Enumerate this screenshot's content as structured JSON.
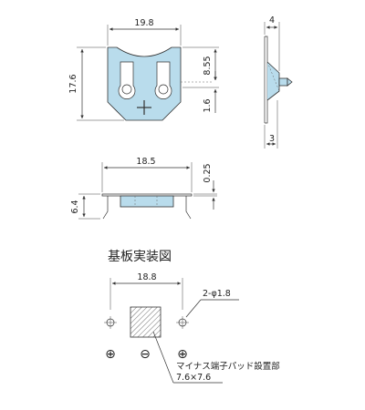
{
  "top_view": {
    "width_dim": "19.8",
    "height_dim": "17.6",
    "center_dim": "8.55",
    "tab_dim": "1.6"
  },
  "side_view": {
    "top_dim": "4",
    "bottom_dim": "3"
  },
  "front_view": {
    "width_dim": "18.5",
    "thickness_dim": "0.25",
    "height_dim": "6.4"
  },
  "pcb_layout": {
    "title": "基板実装図",
    "width_dim": "18.8",
    "hole_note": "2-φ1.8",
    "pad_note": "マイナス端子パッド設置部",
    "pad_size": "7.6×7.6",
    "plus_symbol": "⊕",
    "minus_symbol": "⊖"
  },
  "colors": {
    "part_fill": "#b9dcec",
    "line": "#333333"
  }
}
